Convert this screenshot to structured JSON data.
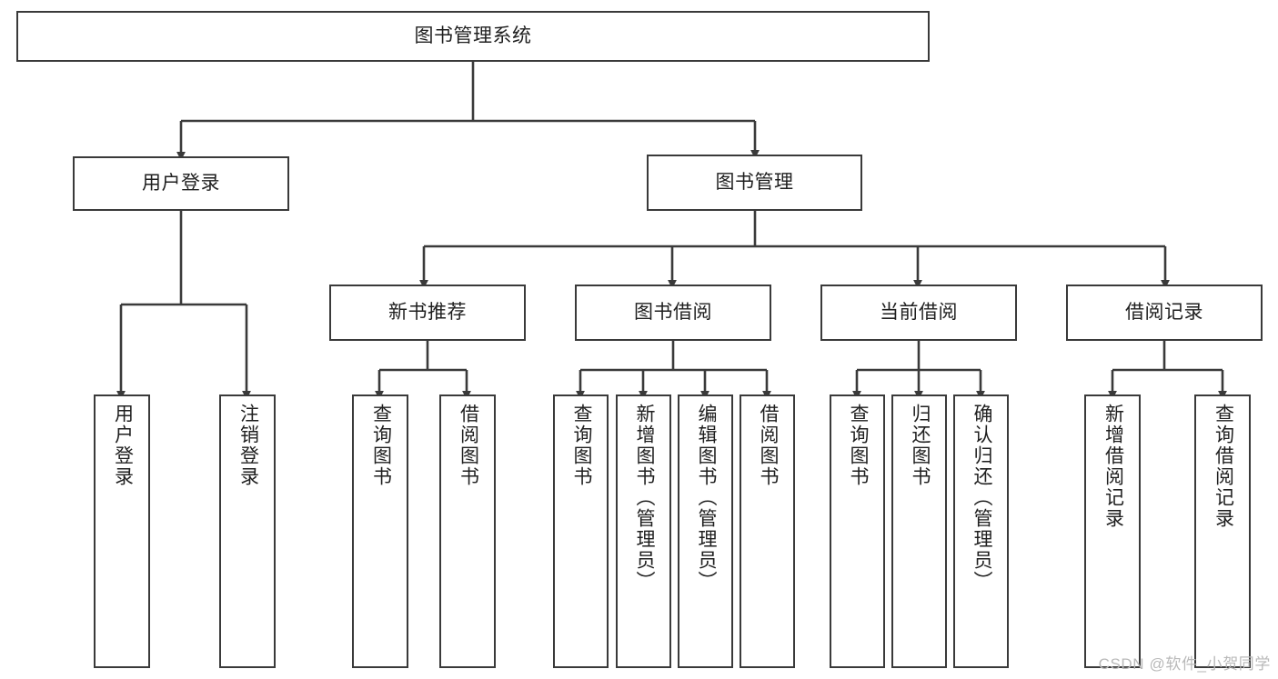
{
  "diagram": {
    "type": "tree",
    "title": "图书管理系统",
    "stroke_color": "#3a3a3a",
    "text_color": "#1f1f1f",
    "background": "#ffffff",
    "root": {
      "label": "图书管理系统"
    },
    "level1": [
      {
        "label": "用户登录"
      },
      {
        "label": "图书管理"
      }
    ],
    "level2": [
      {
        "label": "新书推荐"
      },
      {
        "label": "图书借阅"
      },
      {
        "label": "当前借阅"
      },
      {
        "label": "借阅记录"
      }
    ],
    "leaves": {
      "user_login": [
        {
          "label": "用户登录"
        },
        {
          "label": "注销登录"
        }
      ],
      "new_book_recommend": [
        {
          "label": "查询图书"
        },
        {
          "label": "借阅图书"
        }
      ],
      "book_borrow": [
        {
          "label": "查询图书"
        },
        {
          "label": "新增图书（管理员）"
        },
        {
          "label": "编辑图书（管理员）"
        },
        {
          "label": "借阅图书"
        }
      ],
      "current_borrow": [
        {
          "label": "查询图书"
        },
        {
          "label": "归还图书"
        },
        {
          "label": "确认归还（管理员）"
        }
      ],
      "borrow_record": [
        {
          "label": "新增借阅记录"
        },
        {
          "label": "查询借阅记录"
        }
      ]
    }
  },
  "watermark": {
    "text": "CSDN @软件_小贺同学",
    "color": "#b9b9b9"
  }
}
